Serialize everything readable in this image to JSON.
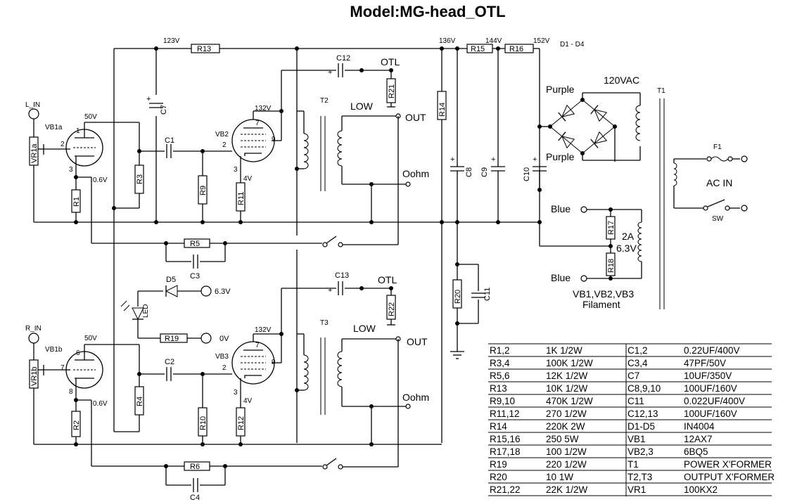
{
  "title": "Model:MG-head_OTL",
  "inputs": {
    "left": "L_IN",
    "right": "R_IN"
  },
  "tubes": {
    "vb1a": "VB1a",
    "vb1b": "VB1b",
    "vb2": "VB2",
    "vb3": "VB3"
  },
  "pins": {
    "p1": "1",
    "p2": "2",
    "p3": "3",
    "p6": "6",
    "p7": "7",
    "p8": "8",
    "p9": "9"
  },
  "components": {
    "vr1a": "VR1a",
    "vr1b": "VR1b",
    "r1": "R1",
    "r2": "R2",
    "r3": "R3",
    "r4": "R4",
    "r5": "R5",
    "r6": "R6",
    "r9": "R9",
    "r10": "R10",
    "r11": "R11",
    "r12": "R12",
    "r13": "R13",
    "r14": "R14",
    "r15": "R15",
    "r16": "R16",
    "r17": "R17",
    "r18": "R18",
    "r19": "R19",
    "r20": "R20",
    "r21": "R21",
    "r22": "R22",
    "c1": "C1",
    "c2": "C2",
    "c3": "C3",
    "c4": "C4",
    "c7": "C7",
    "c8": "C8",
    "c9": "C9",
    "c10": "C10",
    "c11": "C11",
    "c12": "C12",
    "c13": "C13",
    "t1": "T1",
    "t2": "T2",
    "t3": "T3",
    "f1": "F1",
    "d5": "D5",
    "led": "LED",
    "bridge": "D1 - D4"
  },
  "voltages": {
    "v123": "123V",
    "v136": "136V",
    "v144": "144V",
    "v152": "152V",
    "v132": "132V",
    "v50": "50V",
    "v06": "0.6V",
    "v4": "4V",
    "v63": "6.3V",
    "v0": "0V"
  },
  "outputs": {
    "otl": "OTL",
    "low": "LOW",
    "out": "OUT",
    "oohm": "Oohm"
  },
  "power": {
    "vac": "120VAC",
    "purple": "Purple",
    "blue": "Blue",
    "acin": "AC IN",
    "sw": "SW",
    "amps": "2A",
    "fil_v": "6.3V",
    "fil_tubes": "VB1,VB2,VB3",
    "filament": "Filament",
    "plus": "+"
  },
  "bom": [
    [
      "R1,2",
      "1K  1/2W",
      "C1,2",
      "0.22UF/400V"
    ],
    [
      "R3,4",
      "100K  1/2W",
      "C3,4",
      "47PF/50V"
    ],
    [
      "R5,6",
      "12K  1/2W",
      "C7",
      "10UF/350V"
    ],
    [
      "R13",
      "10K  1/2W",
      "C8,9,10",
      "100UF/160V"
    ],
    [
      "R9,10",
      "470K  1/2W",
      "C11",
      "0.022UF/400V"
    ],
    [
      "R11,12",
      "270  1/2W",
      "C12,13",
      "100UF/160V"
    ],
    [
      "R14",
      "220K  2W",
      "D1-D5",
      "IN4004"
    ],
    [
      "R15,16",
      "250  5W",
      "VB1",
      "12AX7"
    ],
    [
      "R17,18",
      "100  1/2W",
      "VB2,3",
      "6BQ5"
    ],
    [
      "R19",
      "220  1/2W",
      "T1",
      "POWER X'FORMER"
    ],
    [
      "R20",
      "10  1W",
      "T2,T3",
      "OUTPUT X'FORMER"
    ],
    [
      "R21,22",
      "22K  1/2W",
      "VR1",
      "100KX2"
    ]
  ]
}
